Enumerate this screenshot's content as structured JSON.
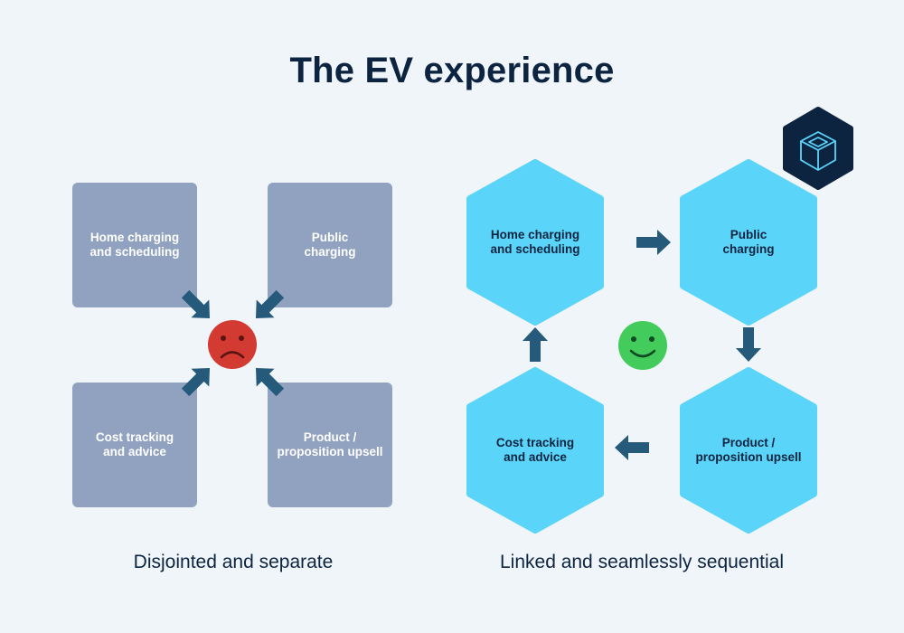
{
  "title": "The EV experience",
  "left": {
    "caption": "Disjointed and separate",
    "boxes": {
      "home": "Home charging\nand scheduling",
      "public": "Public\ncharging",
      "cost": "Cost tracking\nand advice",
      "product": "Product /\nproposition upsell"
    },
    "face": "sad-face-icon"
  },
  "right": {
    "caption": "Linked and seamlessly sequential",
    "hexes": {
      "home": "Home charging\nand scheduling",
      "public": "Public\ncharging",
      "cost": "Cost tracking\nand advice",
      "product": "Product /\nproposition upsell"
    },
    "face": "happy-face-icon"
  },
  "logo": "cube-logo-icon",
  "colors": {
    "background": "#eff5f9",
    "box": "#90a2bf",
    "hex": "#5ad4f8",
    "arrow": "#255a7a",
    "sad": "#d23a32",
    "happy": "#43cc5c",
    "text": "#0d2440"
  }
}
